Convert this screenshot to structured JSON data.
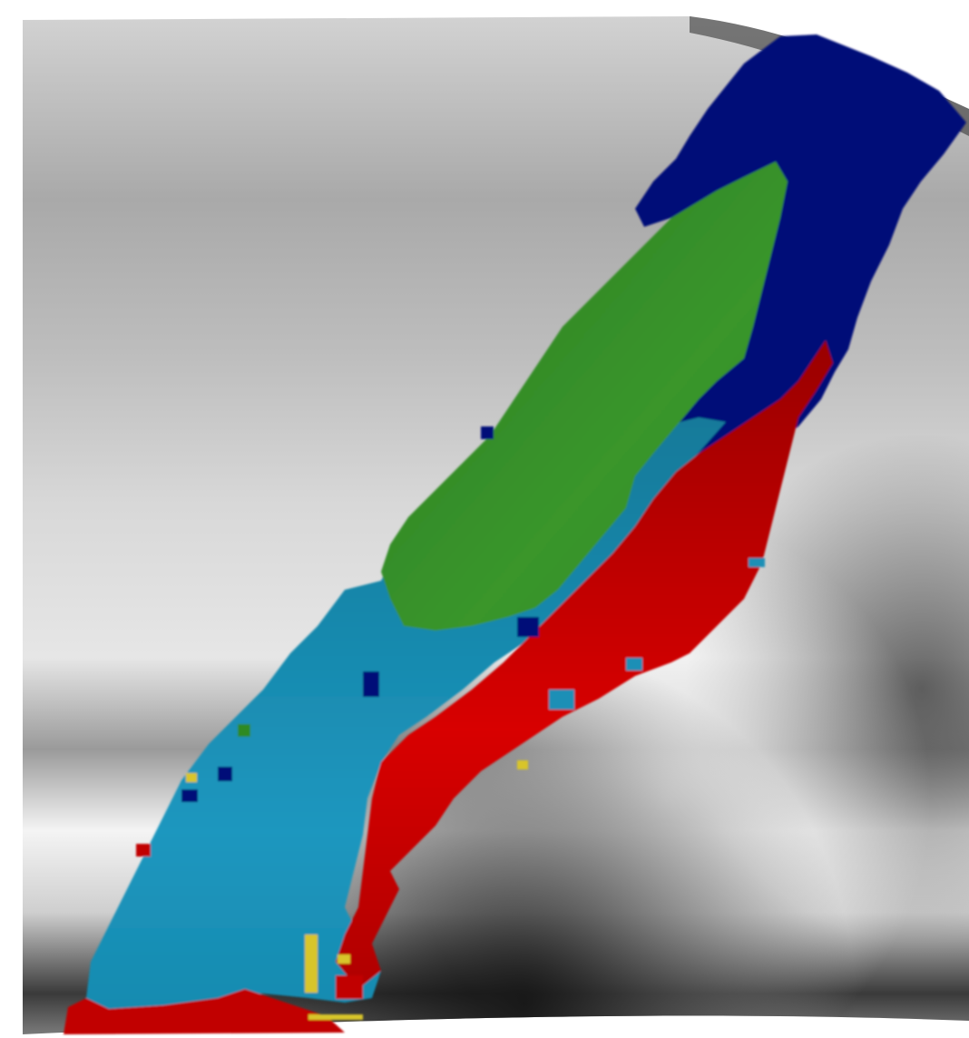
{
  "image": {
    "kind": "cortical-surface-parcellation-render",
    "background_color": "#ffffff",
    "surface_shading": [
      "#f4f4f4",
      "#d9d9d9",
      "#bcbcbc",
      "#8f8f8f",
      "#2a2a2a"
    ],
    "region_colors": {
      "navy": "#000d78",
      "green": "#2f8a24",
      "teal": "#1a8fb6",
      "red": "#c10000",
      "yellow": "#d8c52a"
    },
    "regions": [
      {
        "name": "navy-region",
        "color_key": "navy"
      },
      {
        "name": "green-region",
        "color_key": "green"
      },
      {
        "name": "teal-region",
        "color_key": "teal"
      },
      {
        "name": "red-region",
        "color_key": "red"
      },
      {
        "name": "yellow-speckles",
        "color_key": "yellow"
      }
    ]
  }
}
